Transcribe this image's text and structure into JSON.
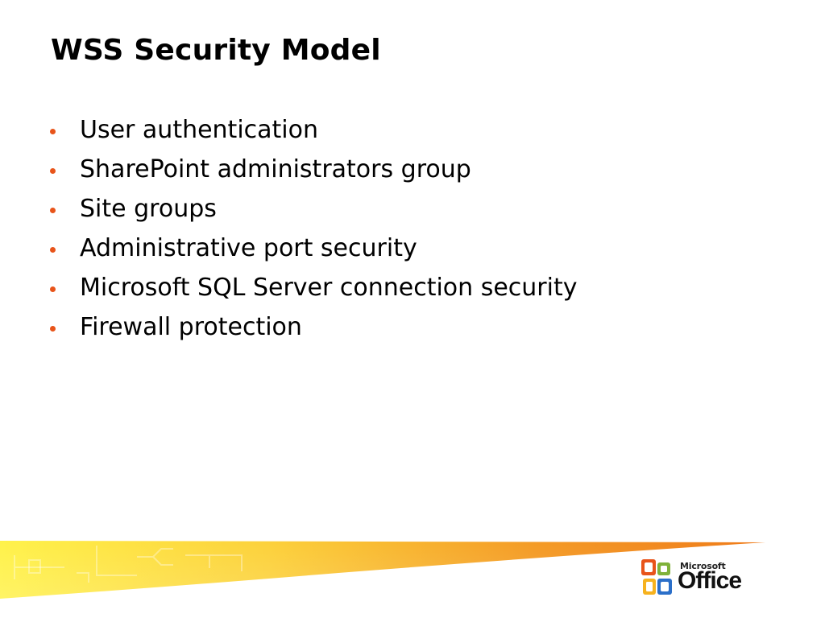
{
  "slide": {
    "title": "WSS Security Model",
    "bullets": [
      "User authentication",
      "SharePoint administrators group",
      "Site groups",
      "Administrative port security",
      "Microsoft SQL Server connection security",
      "Firewall protection"
    ]
  },
  "logo": {
    "name": "microsoft-office-logo",
    "brand_line": "Microsoft",
    "product_line": "Office"
  },
  "colors": {
    "bullet": "#e8541a",
    "band_start": "#fff24a",
    "band_end": "#ef7a18"
  }
}
